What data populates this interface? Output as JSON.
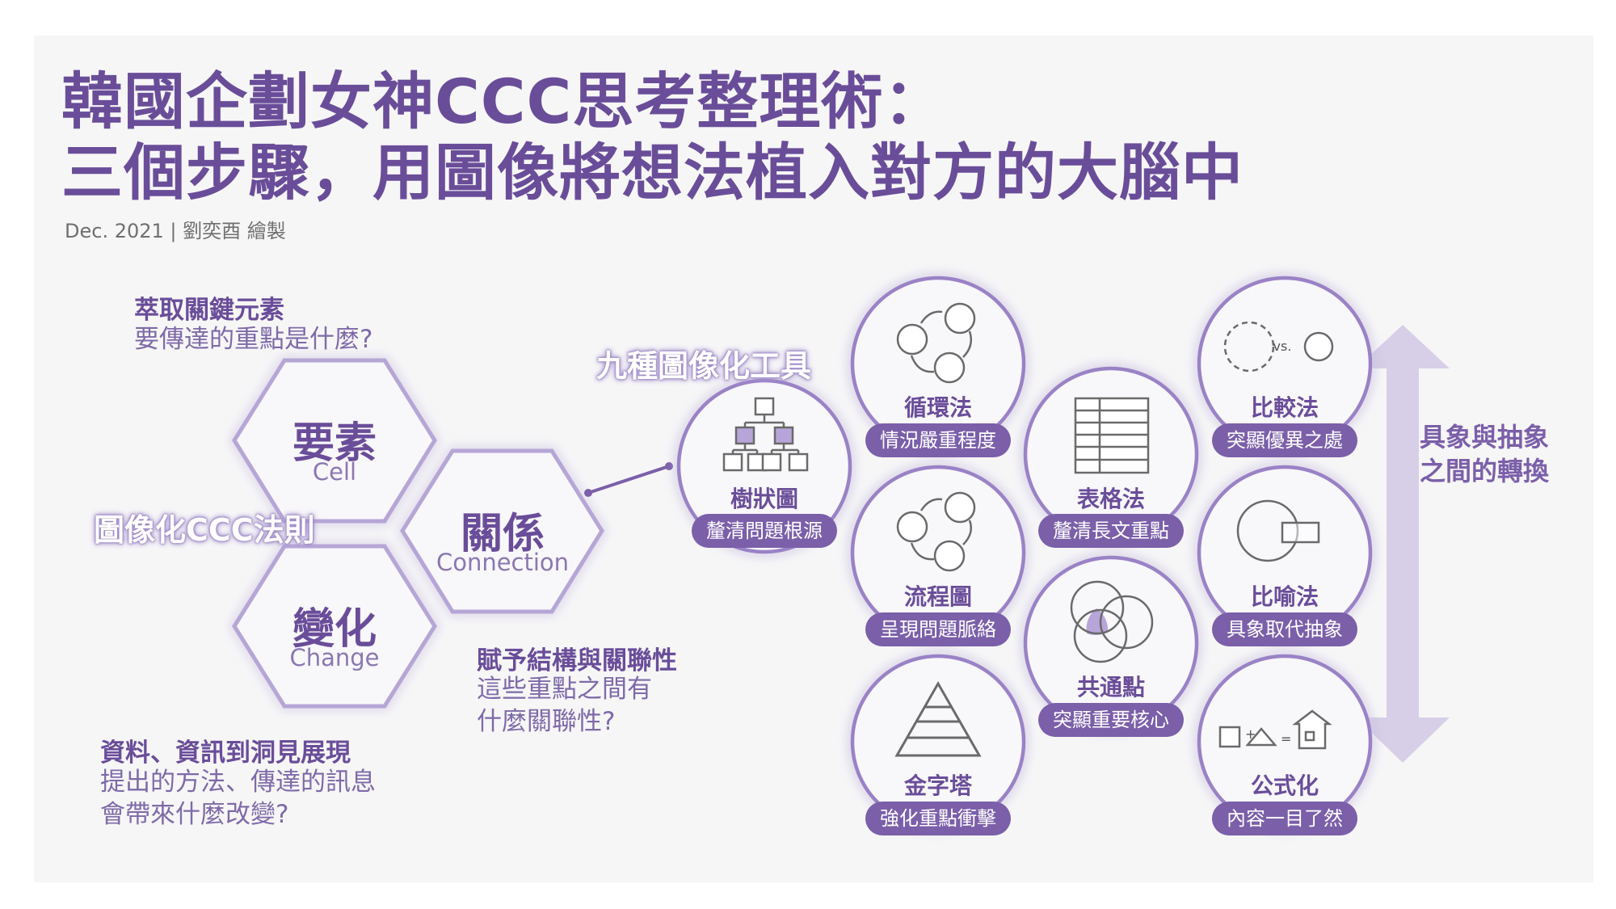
{
  "title": {
    "line1": "韓國企劃女神CCC思考整理術：",
    "line2": "三個步驟，用圖像將想法植入對方的大腦中"
  },
  "byline": "Dec. 2021 | 劉奕酉 繪製",
  "ccc": {
    "label": "圖像化CCC法則",
    "cell": {
      "title": "要素",
      "sub": "Cell",
      "heading": "萃取關鍵元素",
      "desc": [
        "要傳達的重點是什麼?"
      ]
    },
    "connection": {
      "title": "關係",
      "sub": "Connection",
      "heading": "賦予結構與關聯性",
      "desc": [
        "這些重點之間有",
        "什麼關聯性?"
      ]
    },
    "change": {
      "title": "變化",
      "sub": "Change",
      "heading": "資料、資訊到洞見展現",
      "desc": [
        "提出的方法、傳達的訊息",
        "會帶來什麼改變?"
      ]
    }
  },
  "tools_label": "九種圖像化工具",
  "tools": [
    {
      "id": "tree",
      "name": "樹狀圖",
      "desc": "釐清問題根源",
      "icon": "tree-diagram-icon"
    },
    {
      "id": "cycle",
      "name": "循環法",
      "desc": "情況嚴重程度",
      "icon": "cycle-icon"
    },
    {
      "id": "flow",
      "name": "流程圖",
      "desc": "呈現問題脈絡",
      "icon": "flow-icon"
    },
    {
      "id": "pyramid",
      "name": "金字塔",
      "desc": "強化重點衝擊",
      "icon": "pyramid-icon"
    },
    {
      "id": "table",
      "name": "表格法",
      "desc": "釐清長文重點",
      "icon": "table-icon"
    },
    {
      "id": "common",
      "name": "共通點",
      "desc": "突顯重要核心",
      "icon": "venn-icon"
    },
    {
      "id": "compare",
      "name": "比較法",
      "desc": "突顯優異之處",
      "icon": "compare-icon",
      "icon_text": "vs."
    },
    {
      "id": "metaphor",
      "name": "比喻法",
      "desc": "具象取代抽象",
      "icon": "metaphor-icon"
    },
    {
      "id": "formula",
      "name": "公式化",
      "desc": "內容一目了然",
      "icon": "formula-icon",
      "icon_text": [
        "+",
        "="
      ]
    }
  ],
  "side_label": [
    "具象與抽象",
    "之間的轉換"
  ],
  "colors": {
    "accent": "#6a4d99",
    "pill": "#7b5fa9",
    "circle_stroke": "#9a82c6",
    "arrow": "#d7cfe8",
    "background": "#f6f6f7"
  }
}
